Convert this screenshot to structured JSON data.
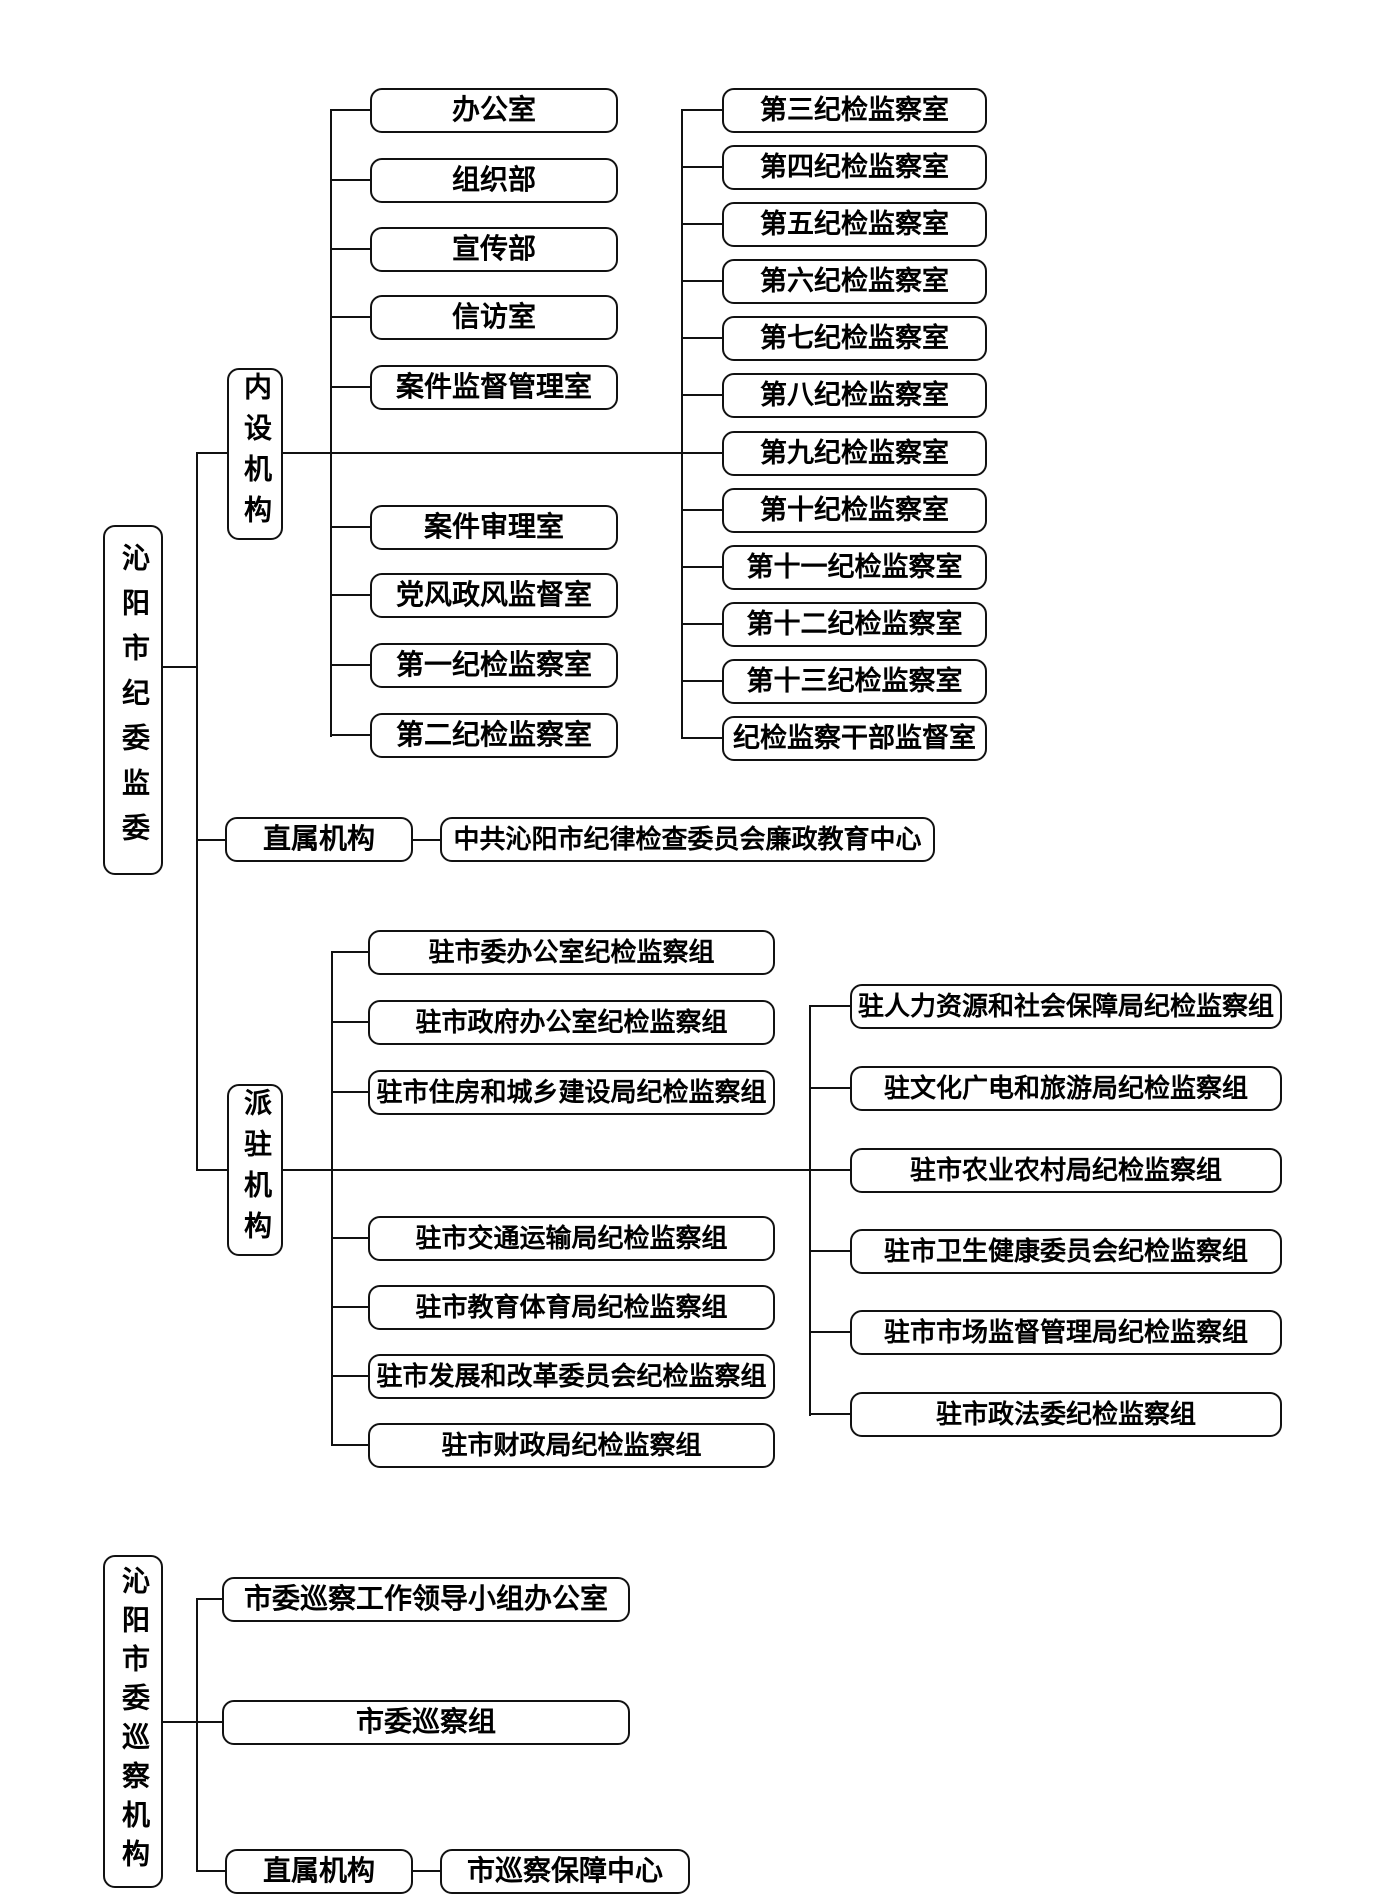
{
  "root1": {
    "label": "沁阳市纪委监委"
  },
  "internal": {
    "label": "内设机构",
    "left": [
      "办公室",
      "组织部",
      "宣传部",
      "信访室",
      "案件监督管理室",
      "案件审理室",
      "党风政风监督室",
      "第一纪检监察室",
      "第二纪检监察室"
    ],
    "right": [
      "第三纪检监察室",
      "第四纪检监察室",
      "第五纪检监察室",
      "第六纪检监察室",
      "第七纪检监察室",
      "第八纪检监察室",
      "第九纪检监察室",
      "第十纪检监察室",
      "第十一纪检监察室",
      "第十二纪检监察室",
      "第十三纪检监察室",
      "纪检监察干部监督室"
    ]
  },
  "direct1": {
    "label": "直属机构",
    "target": "中共沁阳市纪律检查委员会廉政教育中心"
  },
  "dispatched": {
    "label": "派驻机构",
    "left": [
      "驻市委办公室纪检监察组",
      "驻市政府办公室纪检监察组",
      "驻市住房和城乡建设局纪检监察组",
      "驻市交通运输局纪检监察组",
      "驻市教育体育局纪检监察组",
      "驻市发展和改革委员会纪检监察组",
      "驻市财政局纪检监察组"
    ],
    "right": [
      "驻人力资源和社会保障局纪检监察组",
      "驻文化广电和旅游局纪检监察组",
      "驻市农业农村局纪检监察组",
      "驻市卫生健康委员会纪检监察组",
      "驻市市场监督管理局纪检监察组",
      "驻市政法委纪检监察组"
    ]
  },
  "root2": {
    "label": "沁阳市委巡察机构",
    "children": [
      "市委巡察工作领导小组办公室",
      "市委巡察组"
    ],
    "direct": {
      "label": "直属机构",
      "target": "市巡察保障中心"
    }
  },
  "colors": {
    "line": "#111111",
    "border": "#111111",
    "box_bg": "#ffffff",
    "page_bg": "#ffffff"
  }
}
